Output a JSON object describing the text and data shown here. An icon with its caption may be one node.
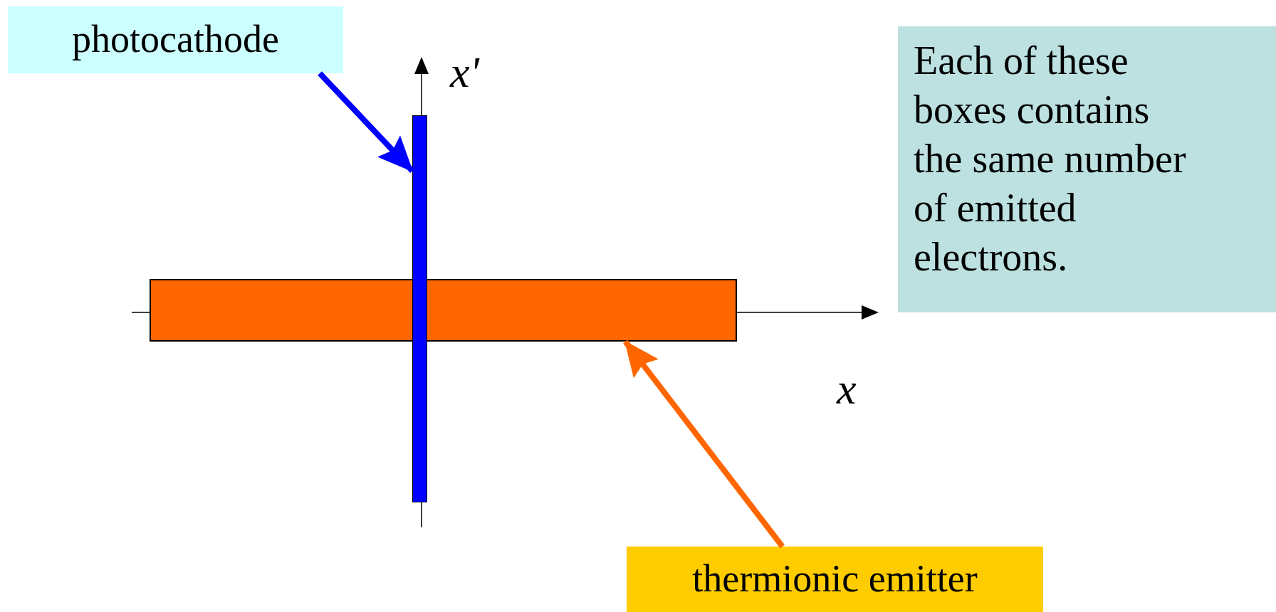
{
  "diagram": {
    "nodes": [
      {
        "text": [
          "photocathode"
        ]
      },
      {
        "text": [],
        "shape": "bar"
      },
      {
        "text": [],
        "shape": "box"
      },
      {
        "text": [
          "thermionic emitter"
        ]
      },
      {
        "text": [
          "Each of these boxes contains the same number of emitted electrons."
        ]
      }
    ],
    "edges": [
      {
        "from": 0,
        "to": 1,
        "arrow": "to",
        "color": "#0000ff"
      },
      {
        "from": 3,
        "to": 2,
        "arrow": "to",
        "color": "#ff6600"
      }
    ],
    "labels": [
      "x'",
      "x"
    ]
  }
}
